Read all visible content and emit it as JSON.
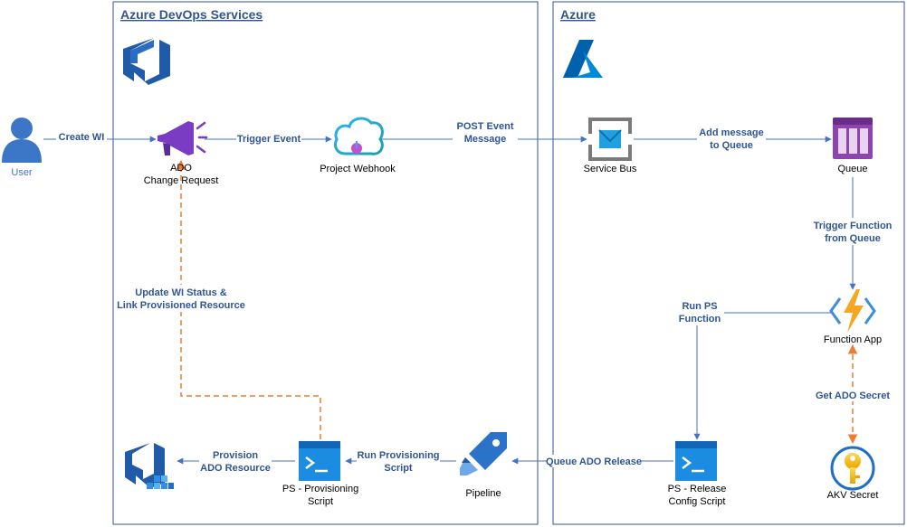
{
  "colors": {
    "border": "#2f5597",
    "flow": "#4472c4",
    "feedback": "#ed7d31",
    "label": "#2f5597",
    "ado_blue": "#1f5ba6",
    "azure_blue": "#0078d4",
    "purple": "#7a3cc2",
    "queue_purple": "#8e44ad",
    "function_yellow": "#f5a623",
    "key_gold": "#f2c811"
  },
  "regions": {
    "ado": {
      "title": "Azure DevOps Services"
    },
    "azure": {
      "title": "Azure"
    }
  },
  "nodes": {
    "user": {
      "label": "User",
      "icon": "user-icon"
    },
    "change_request": {
      "label_line1": "ADO",
      "label_line2": "Change Request",
      "icon": "megaphone-icon"
    },
    "webhook": {
      "label": "Project Webhook",
      "icon": "webhook-cloud-icon"
    },
    "service_bus": {
      "label": "Service Bus",
      "icon": "service-bus-icon"
    },
    "queue": {
      "label": "Queue",
      "icon": "queue-icon"
    },
    "function_app": {
      "label": "Function App",
      "icon": "function-app-icon"
    },
    "akv_secret": {
      "label": "AKV Secret",
      "icon": "key-vault-icon"
    },
    "release_script": {
      "label_line1": "PS - Release",
      "label_line2": "Config Script",
      "icon": "powershell-icon"
    },
    "pipeline": {
      "label": "Pipeline",
      "icon": "pipeline-icon"
    },
    "provisioning_script": {
      "label_line1": "PS - Provisioning",
      "label_line2": "Script",
      "icon": "powershell-icon"
    },
    "ado_resource": {
      "icon": "azure-devops-resource-icon"
    },
    "ado_logo": {
      "icon": "azure-devops-logo-icon"
    },
    "azure_logo": {
      "icon": "azure-logo-icon"
    }
  },
  "edges": {
    "create_wi": {
      "label": "Create WI"
    },
    "trigger_event": {
      "label": "Trigger Event"
    },
    "post_event": {
      "line1": "POST Event",
      "line2": "Message"
    },
    "add_message": {
      "line1": "Add message",
      "line2": "to Queue"
    },
    "trigger_function": {
      "line1": "Trigger Function",
      "line2": "from Queue"
    },
    "run_ps": {
      "line1": "Run PS",
      "line2": "Function"
    },
    "get_secret": {
      "label": "Get ADO Secret"
    },
    "queue_release": {
      "label": "Queue ADO Release"
    },
    "run_provisioning": {
      "line1": "Run Provisioning",
      "line2": "Script"
    },
    "provision": {
      "line1": "Provision",
      "line2": "ADO Resource"
    },
    "update_wi": {
      "line1": "Update WI Status &",
      "line2": "Link Provisioned Resource"
    }
  }
}
